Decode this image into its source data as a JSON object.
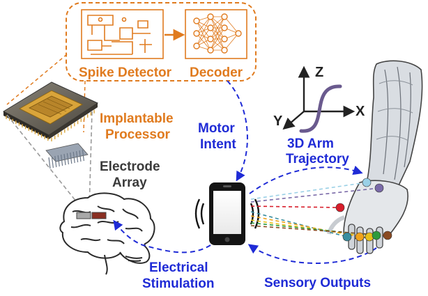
{
  "colors": {
    "orange": "#e07b1f",
    "blue": "#1f2bd6",
    "dark": "#3a3a3a",
    "purple": "#6a5a8e",
    "chip_gold": "#d9a43a"
  },
  "labels": {
    "spike_detector": "Spike Detector",
    "decoder": "Decoder",
    "implantable_line1": "Implantable",
    "implantable_line2": "Processor",
    "electrode_line1": "Electrode",
    "electrode_line2": "Array",
    "motor_line1": "Motor",
    "motor_line2": "Intent",
    "trajectory_line1": "3D Arm",
    "trajectory_line2": "Trajectory",
    "stimulation_line1": "Electrical",
    "stimulation_line2": "Stimulation",
    "sensory": "Sensory Outputs"
  },
  "axes": {
    "x": "X",
    "y": "Y",
    "z": "Z"
  },
  "sensor_dots": [
    "#9ad0e6",
    "#7a6aa8",
    "#d81e2b",
    "#3a8ea0",
    "#f0a21a",
    "#e8c018",
    "#2e9a3c",
    "#8a4a22"
  ],
  "icons": {
    "chip": "processor-chip-icon",
    "electrode": "electrode-array-icon",
    "brain": "brain-icon",
    "phone": "smartphone-icon",
    "arm": "robotic-arm-icon",
    "neural_net": "neural-network-icon",
    "circuit": "circuit-icon"
  }
}
